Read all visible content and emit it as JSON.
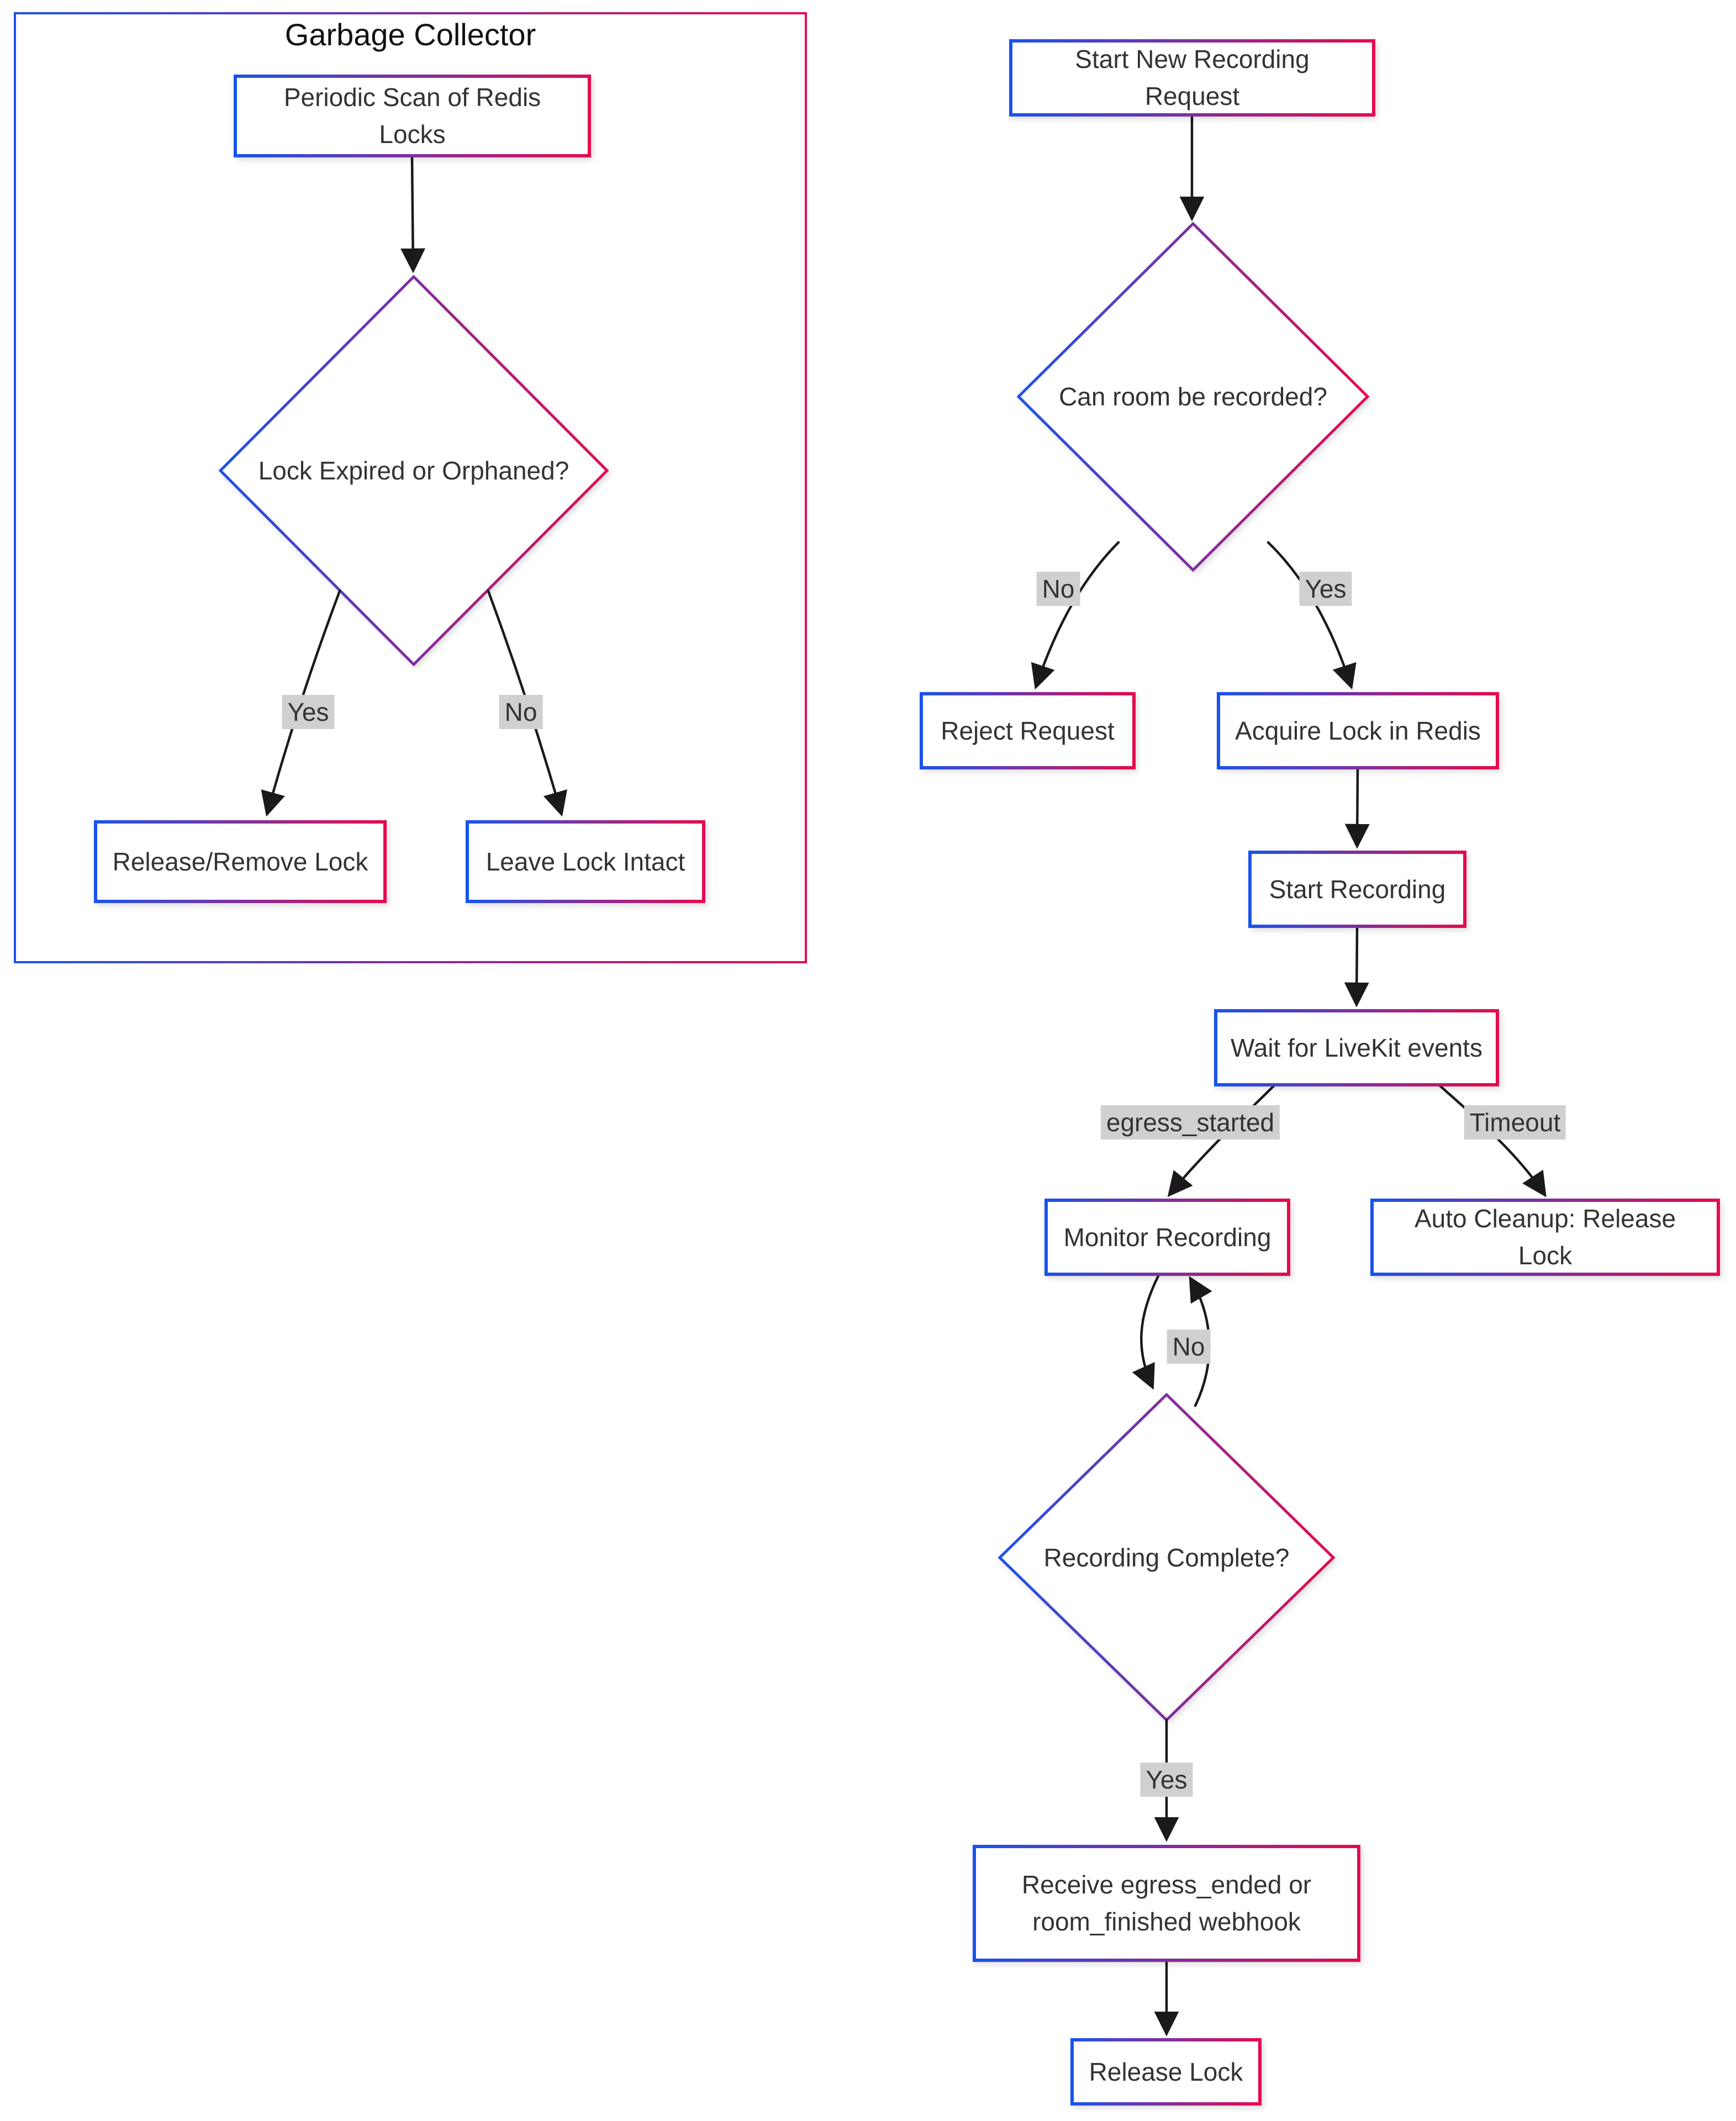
{
  "diagram": {
    "subgraph": {
      "title": "Garbage Collector"
    },
    "nodes": {
      "periodic_scan": {
        "label": "Periodic Scan of Redis Locks"
      },
      "lock_expired": {
        "label": "Lock Expired or Orphaned?"
      },
      "release_remove": {
        "label": "Release/Remove Lock"
      },
      "leave_intact": {
        "label": "Leave Lock Intact"
      },
      "start_request": {
        "label": "Start New Recording Request"
      },
      "can_record": {
        "label": "Can room be recorded?"
      },
      "reject": {
        "label": "Reject Request"
      },
      "acquire_lock": {
        "label": "Acquire Lock in Redis"
      },
      "start_recording": {
        "label": "Start Recording"
      },
      "wait_events": {
        "label": "Wait for LiveKit events"
      },
      "monitor": {
        "label": "Monitor Recording"
      },
      "auto_cleanup": {
        "label": "Auto Cleanup: Release Lock"
      },
      "recording_complete": {
        "label": "Recording Complete?"
      },
      "receive_webhook": {
        "label": "Receive egress_ended or room_finished webhook"
      },
      "release_lock": {
        "label": "Release Lock"
      }
    },
    "edge_labels": {
      "gc_yes": "Yes",
      "gc_no": "No",
      "record_no": "No",
      "record_yes": "Yes",
      "egress_started": "egress_started",
      "timeout": "Timeout",
      "complete_no": "No",
      "complete_yes": "Yes"
    },
    "colors": {
      "gradient_start": "#1a53ec",
      "gradient_end": "#e60a4e",
      "edge": "#1a1a1a",
      "label_bg": "#d0d0d0",
      "text": "#333333",
      "node_bg": "#ffffff"
    }
  }
}
